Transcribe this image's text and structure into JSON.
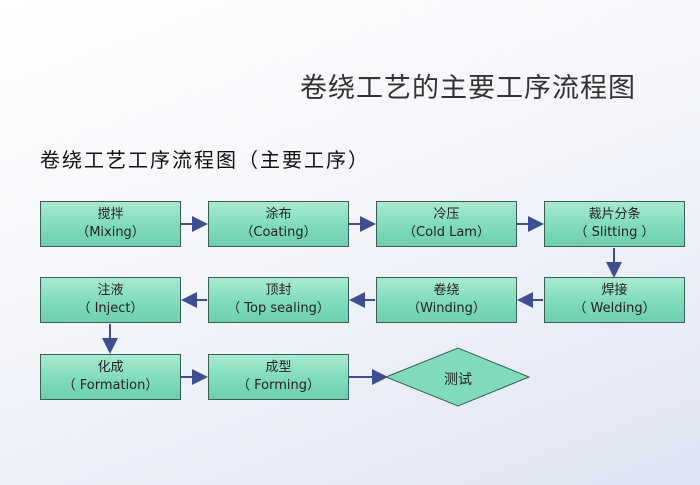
{
  "slide_title": "卷绕工艺的主要工序流程图",
  "subtitle": "卷绕工艺工序流程图（主要工序）",
  "steps": [
    {
      "cn": "搅拌",
      "en": "（Mixing）"
    },
    {
      "cn": "涂布",
      "en": "（Coating）"
    },
    {
      "cn": "冷压",
      "en": "（Cold Lam）"
    },
    {
      "cn": "裁片分条",
      "en": "（ Slitting ）"
    },
    {
      "cn": "焊接",
      "en": "（ Welding）"
    },
    {
      "cn": "卷绕",
      "en": "（Winding）"
    },
    {
      "cn": "顶封",
      "en": "（ Top sealing）"
    },
    {
      "cn": "注液",
      "en": "（ Inject）"
    },
    {
      "cn": "化成",
      "en": "（ Formation）"
    },
    {
      "cn": "成型",
      "en": "（ Forming）"
    }
  ],
  "final_step": "测试",
  "colors": {
    "box_fill": "#7fdbbb",
    "box_border": "#3a5f55",
    "arrow": "#3f4f8f"
  }
}
